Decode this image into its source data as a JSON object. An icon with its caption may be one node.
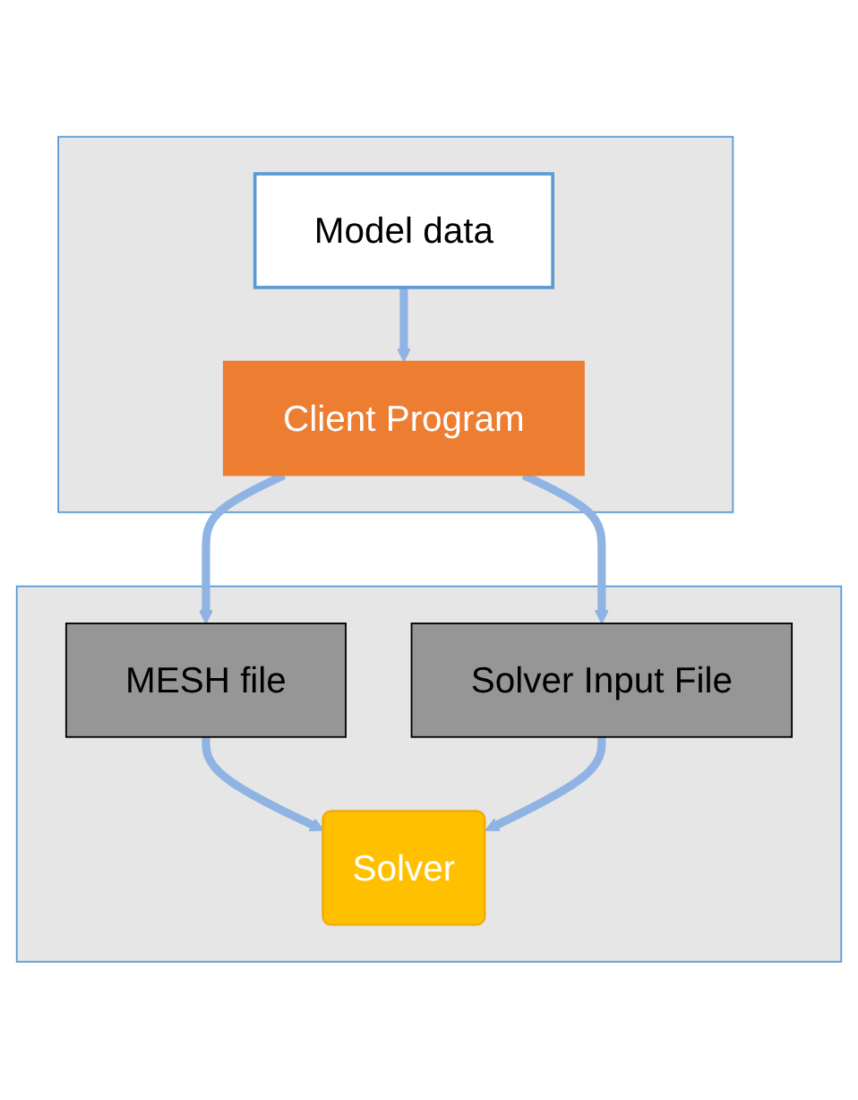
{
  "diagram": {
    "nodes": [
      {
        "text": [],
        "shape": "box"
      },
      {
        "text": [
          "Model data"
        ],
        "in": 0
      },
      {
        "text": [
          "Client Program"
        ],
        "in": 0
      },
      {
        "text": [],
        "shape": "box"
      },
      {
        "text": [
          "MESH file"
        ],
        "in": 3
      },
      {
        "text": [
          "Solver Input File"
        ],
        "in": 3
      },
      {
        "text": [
          "Solver"
        ],
        "in": 3
      }
    ],
    "edges": [
      {
        "from": 1,
        "to": 2,
        "arrow": "to"
      },
      {
        "from": 2,
        "to": 4,
        "arrow": "to"
      },
      {
        "from": 2,
        "to": 5,
        "arrow": "to"
      },
      {
        "from": 4,
        "to": 6,
        "arrow": "to"
      },
      {
        "from": 5,
        "to": 6,
        "arrow": "to"
      }
    ]
  }
}
